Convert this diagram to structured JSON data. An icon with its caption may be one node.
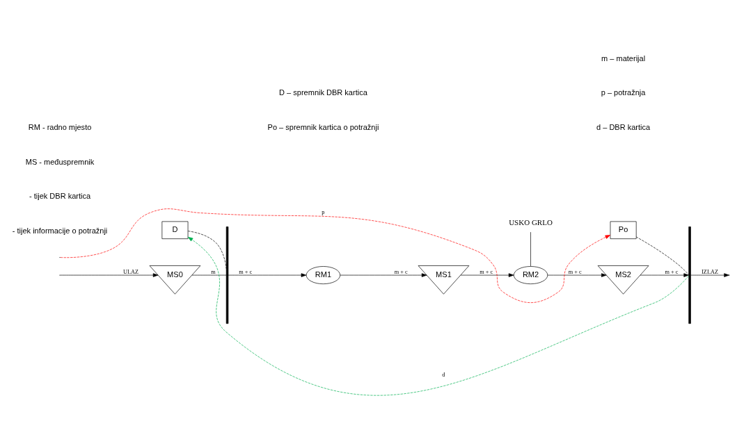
{
  "diagram": {
    "nodes": [
      {
        "text": [
          "D"
        ]
      },
      {
        "text": [],
        "shape": "bar"
      },
      {
        "text": [
          "MS0"
        ]
      },
      {
        "text": [
          "RM1"
        ]
      },
      {
        "text": [
          "MS1"
        ]
      },
      {
        "text": [
          "RM2"
        ]
      },
      {
        "text": [
          "MS2"
        ]
      },
      {
        "text": [
          "Po"
        ]
      },
      {
        "text": [],
        "shape": "bar"
      },
      {
        "text": [
          "USKO GRLO"
        ]
      }
    ],
    "edges": [
      {
        "from": null,
        "to": 2,
        "arrow": "to",
        "label": "ULAZ"
      },
      {
        "from": 2,
        "to": 1,
        "arrow": "none",
        "label": "m"
      },
      {
        "from": 1,
        "to": 3,
        "arrow": "to",
        "label": "m + c"
      },
      {
        "from": 3,
        "to": 4,
        "arrow": "to",
        "label": "m + c"
      },
      {
        "from": 4,
        "to": 5,
        "arrow": "to",
        "label": "m + c"
      },
      {
        "from": 5,
        "to": 6,
        "arrow": "to",
        "label": "m + c"
      },
      {
        "from": 6,
        "to": 8,
        "arrow": "to",
        "label": "m + c"
      },
      {
        "from": 8,
        "to": null,
        "arrow": "to",
        "label": "IZLAZ"
      },
      {
        "from": 0,
        "to": 1,
        "arrow": "none",
        "style": "dashed"
      },
      {
        "from": 7,
        "to": 8,
        "arrow": "none",
        "style": "dashed"
      },
      {
        "from": 9,
        "to": 5,
        "arrow": "none"
      },
      {
        "from": 8,
        "to": 0,
        "arrow": "to",
        "label": "d",
        "style": "dashed",
        "color": "#00b050"
      },
      {
        "from": null,
        "to": 7,
        "arrow": "to",
        "label": "p",
        "style": "dashed",
        "color": "#ff0000"
      }
    ],
    "labels": [
      "RM - radno mjesto",
      "Po – spremnik kartica o potražnji",
      "d – DBR kartica",
      "MS - međuspremnik",
      "D – spremnik DBR kartica",
      "m – materijal",
      "p – potražnja"
    ],
    "legend": [
      {
        "text": "- tijek DBR kartica"
      },
      {
        "text": "- tijek informacije o potražnji"
      }
    ]
  }
}
